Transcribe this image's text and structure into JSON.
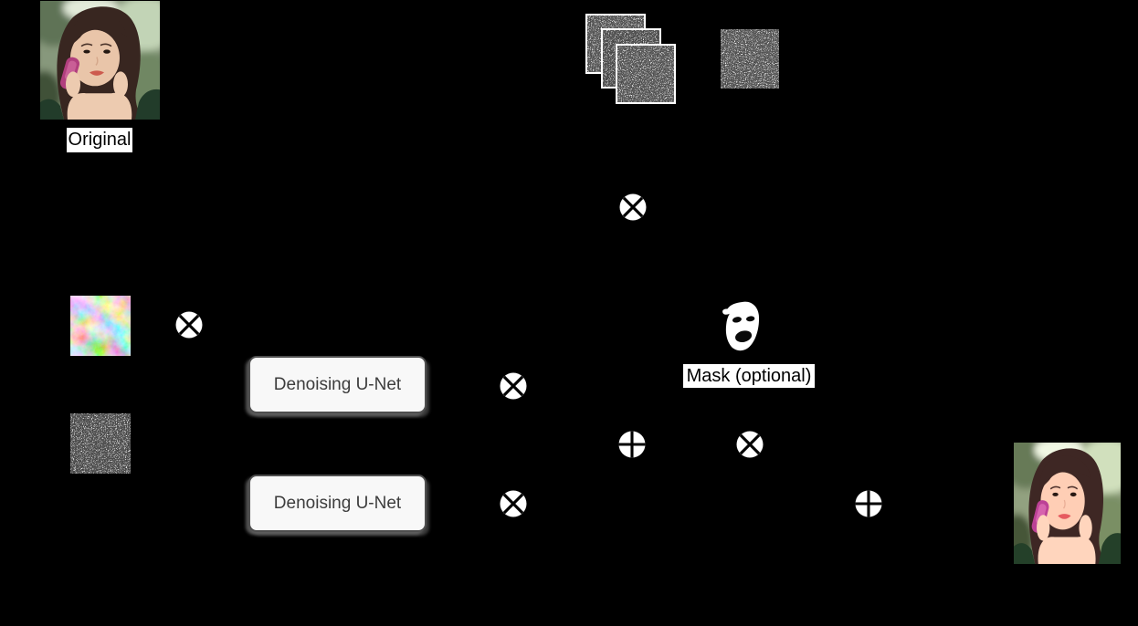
{
  "figure": {
    "background_color": "#000000",
    "original_label": "Original",
    "mask_label": "Mask (optional)",
    "unet_top_label": "Denoising U-Net",
    "unet_bottom_label": "Denoising U-Net"
  },
  "operators": {
    "multiply_symbol": "⊗",
    "add_symbol": "⊕",
    "instances": [
      {
        "name": "multiply-noise-top",
        "type": "multiply"
      },
      {
        "name": "multiply-color-noise",
        "type": "multiply"
      },
      {
        "name": "multiply-unet-top-output",
        "type": "multiply"
      },
      {
        "name": "add-masked-combine",
        "type": "add"
      },
      {
        "name": "multiply-mask",
        "type": "multiply"
      },
      {
        "name": "multiply-unet-bottom-output",
        "type": "multiply"
      },
      {
        "name": "add-final-output",
        "type": "add"
      }
    ]
  },
  "icons": {
    "original_photo": "portrait-photo",
    "result_photo": "portrait-photo-result",
    "noise_stack": "noise-image-stack-3",
    "noise_single_top": "noise-image",
    "color_noise": "color-latent-noise-image",
    "gray_noise": "noise-image",
    "mask": "face-mask-silhouette-icon"
  },
  "colors": {
    "background": "#000000",
    "unet_box_fill": "#f8f8f8",
    "unet_box_border": "#4f4f4f",
    "unet_text": "#3d3d3d",
    "label_background": "#ffffff",
    "label_text": "#000000",
    "operator_fill": "#ffffff",
    "operator_stroke": "#000000",
    "noise_border": "#ffffff"
  }
}
